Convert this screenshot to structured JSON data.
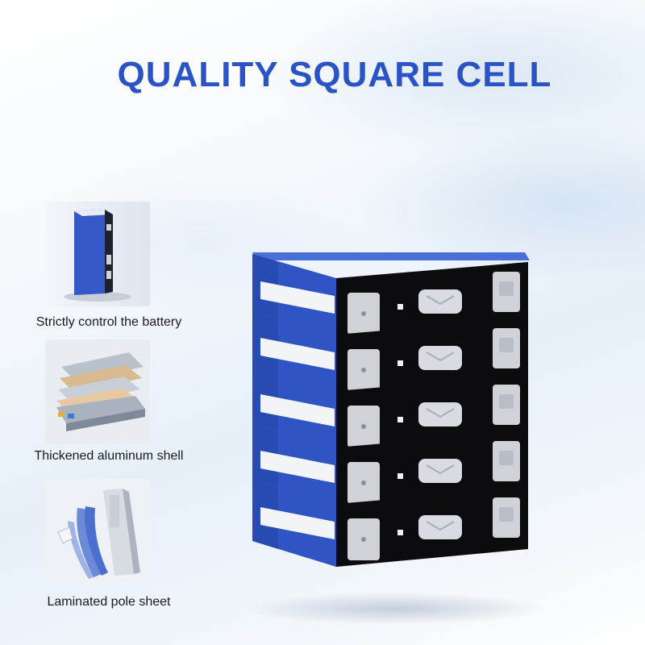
{
  "header": {
    "title": "QUALITY SQUARE CELL"
  },
  "features": [
    {
      "caption": "Strictly control the battery",
      "icon": "battery-cell-thumbnail"
    },
    {
      "caption": "Thickened aluminum shell",
      "icon": "aluminum-layers-thumbnail"
    },
    {
      "caption": "Laminated pole sheet",
      "icon": "pole-sheet-thumbnail"
    }
  ],
  "hero": {
    "icon": "stacked-battery-cells",
    "cell_count": 5
  },
  "colors": {
    "title": "#2a53c5",
    "cell_blue": "#2f55c4",
    "terminal_face": "#0c0c0e",
    "terminal_metal": "#cfd3d8"
  }
}
